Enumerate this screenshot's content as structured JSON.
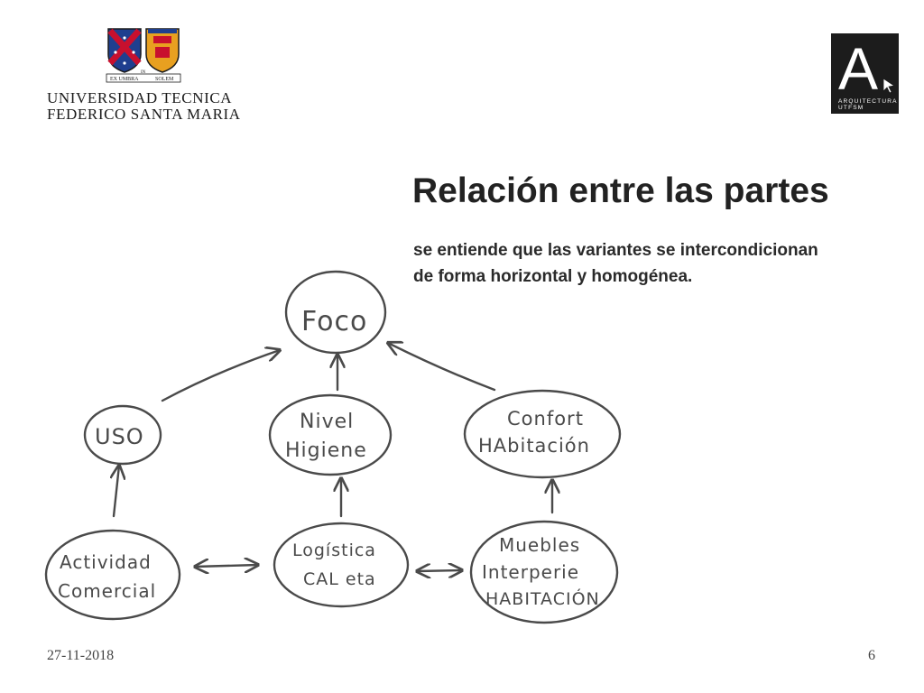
{
  "header": {
    "university_line1": "UNIVERSIDAD TECNICA",
    "university_line2": "FEDERICO SANTA MARIA",
    "motto_left": "EX UMBRA",
    "motto_mid": "IN",
    "motto_right": "SOLEM",
    "arq_letter": "A",
    "arq_line1": "ARQUITECTURA",
    "arq_line2": "UTFSM"
  },
  "slide": {
    "title": "Relación entre las partes",
    "subtitle_line1": "se entiende que las variantes se intercondicionan",
    "subtitle_line2": "de forma horizontal y homogénea."
  },
  "diagram": {
    "nodes": {
      "foco": [
        "Foco"
      ],
      "uso": [
        "USO"
      ],
      "nivel_higiene": [
        "Nivel",
        "Higiene"
      ],
      "confort": [
        "Confort",
        "HAbitación"
      ],
      "actividad": [
        "Actividad",
        "Comercial"
      ],
      "logistica": [
        "Logística",
        "CAL eta"
      ],
      "muebles": [
        "Muebles",
        "Interperie",
        "HABITACIÓN"
      ]
    }
  },
  "footer": {
    "date": "27-11-2018",
    "page": "6"
  },
  "colors": {
    "ink": "#4a4a4a",
    "crest_red": "#c8102e",
    "crest_blue": "#1f3f8f",
    "crest_gold": "#e8a020"
  }
}
